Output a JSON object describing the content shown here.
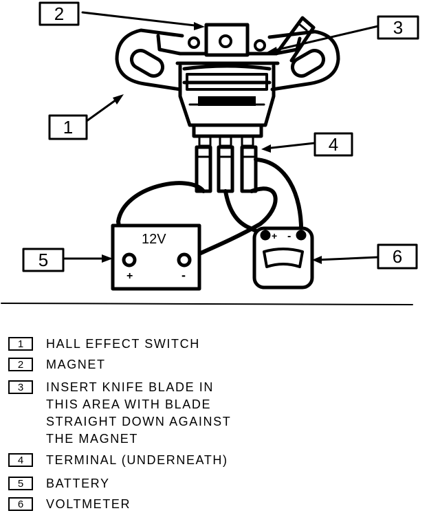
{
  "callouts": [
    {
      "number": "1"
    },
    {
      "number": "2"
    },
    {
      "number": "3"
    },
    {
      "number": "4"
    },
    {
      "number": "5"
    },
    {
      "number": "6"
    }
  ],
  "battery": {
    "voltage": "12V",
    "positive": "+",
    "negative": "-"
  },
  "voltmeter": {
    "positive": "+",
    "negative": "-"
  },
  "legend": [
    {
      "number": "1",
      "lines": [
        "HALL EFFECT SWITCH"
      ]
    },
    {
      "number": "2",
      "lines": [
        "MAGNET"
      ]
    },
    {
      "number": "3",
      "lines": [
        "INSERT KNIFE BLADE IN",
        "THIS AREA WITH BLADE",
        "STRAIGHT DOWN AGAINST",
        "THE MAGNET"
      ]
    },
    {
      "number": "4",
      "lines": [
        "TERMINAL (UNDERNEATH)"
      ]
    },
    {
      "number": "5",
      "lines": [
        "BATTERY"
      ]
    },
    {
      "number": "6",
      "lines": [
        "VOLTMETER"
      ]
    }
  ]
}
